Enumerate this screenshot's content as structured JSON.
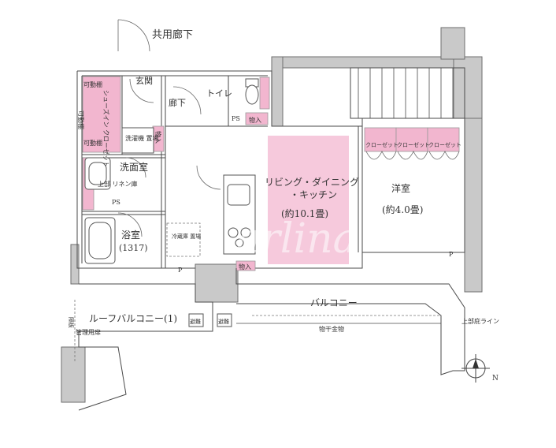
{
  "labels": {
    "corridor": "共用廊下",
    "entrance": "玄関",
    "hallway": "廊下",
    "toilet": "トイレ",
    "shoe_closet": "シューズイン\nクローゼット",
    "movable_shelf_1": "可動棚",
    "movable_shelf_2": "可動棚",
    "movable_shelf_3": "可動棚",
    "storage_1": "物入",
    "storage_2": "物入",
    "storage_3": "物入",
    "ps_1": "PS",
    "ps_2": "PS",
    "p_1": "P",
    "p_2": "P",
    "washer": "洗濯機\n置場",
    "washroom": "洗面室",
    "linen": "上部\nリネン庫",
    "bath": "浴室",
    "bath_size": "(1317)",
    "fridge": "冷蔵庫\n置場",
    "ldk_1": "リビング・ダイニング",
    "ldk_2": "・キッチン",
    "ldk_size": "(約10.1畳)",
    "bedroom": "洋室",
    "bedroom_size": "(約4.0畳)",
    "closet_1": "クローゼット",
    "closet_2": "クローゼット",
    "closet_3": "クローゼット",
    "balcony": "バルコニー",
    "roof_balcony": "ルーフバルコニー(1)",
    "drying_rack": "物干金物",
    "upper_eave": "上部庇ライン",
    "partition": "隔板",
    "mgmt_door": "管理用扉",
    "outdoor_unit_1": "避難",
    "outdoor_unit_2": "避難",
    "compass": "N",
    "watermark": "arlina"
  }
}
